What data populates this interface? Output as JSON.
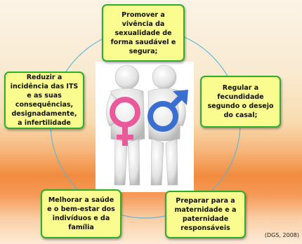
{
  "nodes": {
    "top": "Promover a vivência da sexualidade de forma saudável e segura;",
    "right": "Regular a fecundidade segundo o desejo do casal;",
    "bottom_right": "Preparar para a maternidade e a paternidade responsáveis",
    "bottom_left": "Melhorar a saúde e o bem-estar dos indivíduos e da família",
    "left": "Reduzir a incidência das ITS e as suas consequências, designadamente, a infertilidade"
  },
  "source": "(DGS, 2008)",
  "colors": {
    "box_fill": "#fafc90",
    "box_border": "#2cae2c",
    "ring": "#5ab4d6",
    "female_symbol": "#e85a9a",
    "male_symbol": "#3a6fcf"
  }
}
